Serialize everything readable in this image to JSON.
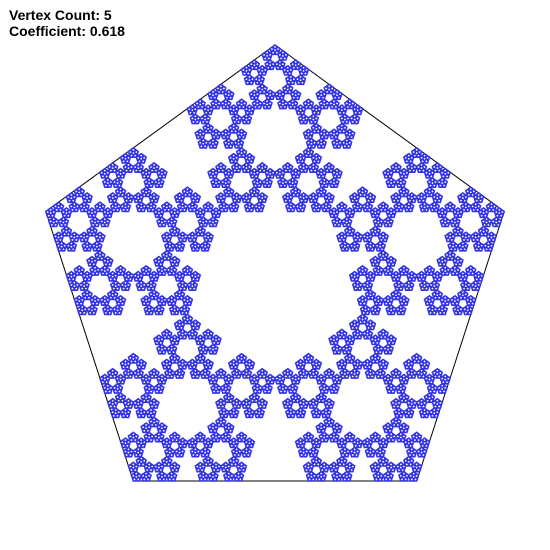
{
  "info": {
    "vertex_count_label": "Vertex Count: 5",
    "coefficient_label": "Coefficient: 0.618"
  },
  "fractal": {
    "vertex_count": 5,
    "coefficient": 0.618,
    "depth": 5,
    "outline_color": "#000000",
    "fill_color": "#3333e6",
    "background_color": "#ffffff"
  }
}
